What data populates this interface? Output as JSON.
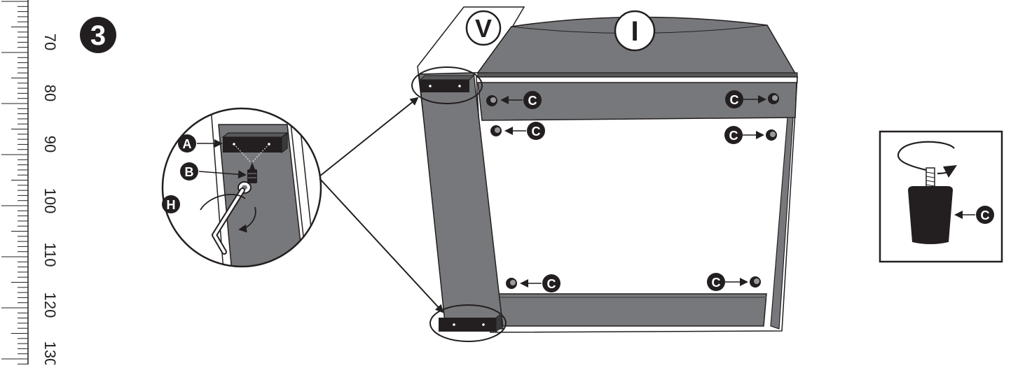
{
  "step": {
    "number": "3"
  },
  "ruler": {
    "ticks": [
      "70",
      "80",
      "90",
      "100",
      "110",
      "120",
      "130"
    ]
  },
  "panels": {
    "side": "V",
    "top": "I"
  },
  "parts": {
    "a": "A",
    "b": "B",
    "c": "C",
    "h": "H"
  },
  "colors": {
    "panel": "#77787b",
    "panel_dark": "#58595b",
    "outline": "#231f20",
    "label": "#231f20",
    "background": "#ffffff"
  }
}
